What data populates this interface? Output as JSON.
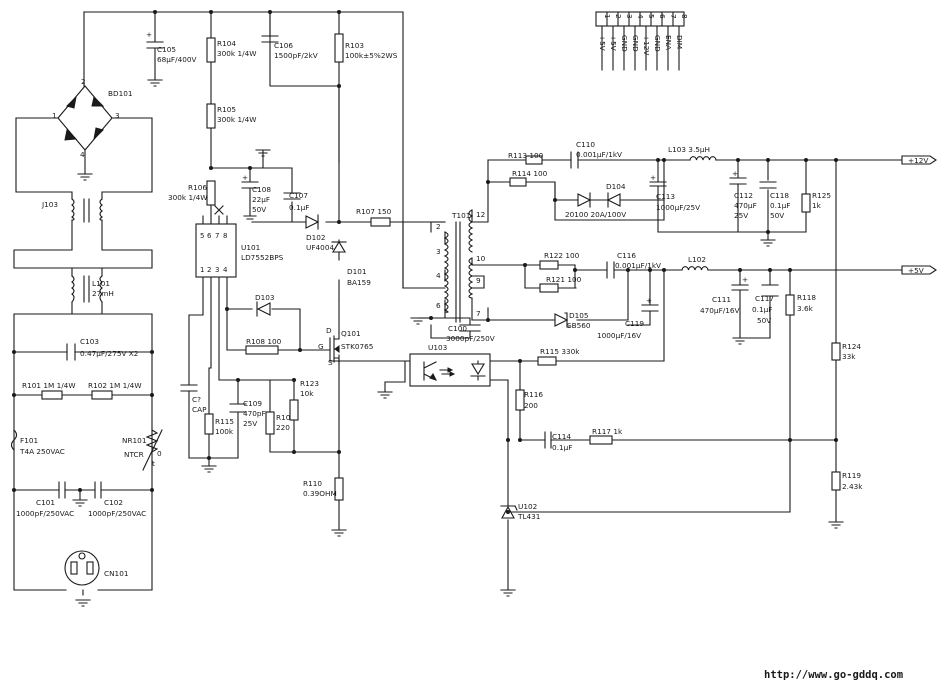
{
  "labels": {
    "bd101": "BD101",
    "bd_pin1": "1",
    "bd_pin2": "2",
    "bd_pin3": "3",
    "bd_pin4": "4",
    "c105": "C105",
    "c105_val": "68μF/400V",
    "r104": "R104",
    "r104_val": "300k 1/4W",
    "c106": "C106",
    "c106_val": "1500pF/2kV",
    "r103": "R103",
    "r103_val": "100k±5%2WS",
    "r105": "R105",
    "r105_val": "300k 1/4W",
    "r106": "R106",
    "r106_val": "300k 1/4W",
    "c108": "C108",
    "c108_val1": "22μF",
    "c108_val2": "50V",
    "c107": "C107",
    "c107_val": "0.1μF",
    "d102": "D102",
    "d102_val": "UF4004",
    "r107": "R107 150",
    "u101": "U101",
    "u101_val": "LD7552BPS",
    "u_pin5": "5",
    "u_pin6": "6",
    "u_pin7": "7",
    "u_pin8": "8",
    "u_pin1": "1",
    "u_pin2": "2",
    "u_pin3": "3",
    "u_pin4": "4",
    "d101": "D101",
    "d101_val": "BA159",
    "d103": "D103",
    "q101": "Q101",
    "q101_val": "STK0765",
    "q_d": "D",
    "q_g": "G",
    "q_s": "S",
    "r108": "R108 100",
    "j103": "J103",
    "l101": "L101",
    "l101_val": "27mH",
    "c103": "C103",
    "c103_val": "0.47μF/275V X2",
    "r101": "R101 1M 1/4W",
    "r102": "R102 1M 1/4W",
    "f101": "F101",
    "f101_val": "T4A 250VAC",
    "nr101": "NR101",
    "nr101_val": "NTCR",
    "nr_t": "t",
    "nr_0": "0",
    "c101": "C101",
    "c101_val": "1000pF/250VAC",
    "c102": "C102",
    "c102_val": "1000pF/250VAC",
    "cn101": "CN101",
    "c_unk": "C?",
    "c_unk_val": "CAP",
    "r115": "R115",
    "r115_val": "100k",
    "c109": "C109",
    "c109_val1": "470pF",
    "c109_val2": "25V",
    "r109": "R109",
    "r109_val": "220",
    "r123": "R123",
    "r123_val": "10k",
    "r110": "R110",
    "r110_val": "0.39OHM",
    "c100": "C100",
    "c100_val": "3000pF/250V",
    "t101": "T101",
    "t_p2": "2",
    "t_p3": "3",
    "t_p4": "4",
    "t_p6": "6",
    "t_p12": "12",
    "t_p10": "10",
    "t_p9": "9",
    "t_p7": "7",
    "r113": "R113 100",
    "r114": "R114 100",
    "c110": "C110",
    "c110_val": "0.001μF/1kV",
    "d104": "D104",
    "d104_val": "20100 20A/100V",
    "l103": "L103 3.5μH",
    "c113": "C113",
    "c113_val": "1000μF/25V",
    "c112": "C112",
    "c112_val1": "470μF",
    "c112_val2": "25V",
    "c118": "C118",
    "c118_val1": "0.1μF",
    "c118_val2": "50V",
    "r125": "R125",
    "r125_val": "1k",
    "out12": "+12V",
    "r122": "R122 100",
    "r121": "R121 100",
    "c116": "C116",
    "c116_val": "0.001μF/1kV",
    "d105": "D105",
    "d105_val": "SB560",
    "c119": "C119",
    "c119_val": "1000μF/16V",
    "l102": "L102",
    "c111": "C111",
    "c111_val": "470μF/16V",
    "c117": "C117",
    "c117_val1": "0.1μF",
    "c117_val2": "50V",
    "r118": "R118",
    "r118_val": "3.6k",
    "out5": "+5V",
    "u103": "U103",
    "r115b": "R115 330k",
    "r116": "R116",
    "r116_val": "200",
    "c114": "C114",
    "c114_val": "0.1μF",
    "r117": "R117 1k",
    "r124": "R124",
    "r124_val": "33k",
    "r119": "R119",
    "r119_val": "2.43k",
    "u102": "U102",
    "u102_val": "TL431",
    "url": "http://www.go-gddq.com"
  },
  "connector": {
    "pins": [
      "1",
      "2",
      "3",
      "4",
      "5",
      "6",
      "7",
      "8"
    ],
    "signals": [
      "+5V",
      "+5V",
      "GND",
      "GND",
      "+12V",
      "GND",
      "ENA",
      "DIM"
    ]
  }
}
